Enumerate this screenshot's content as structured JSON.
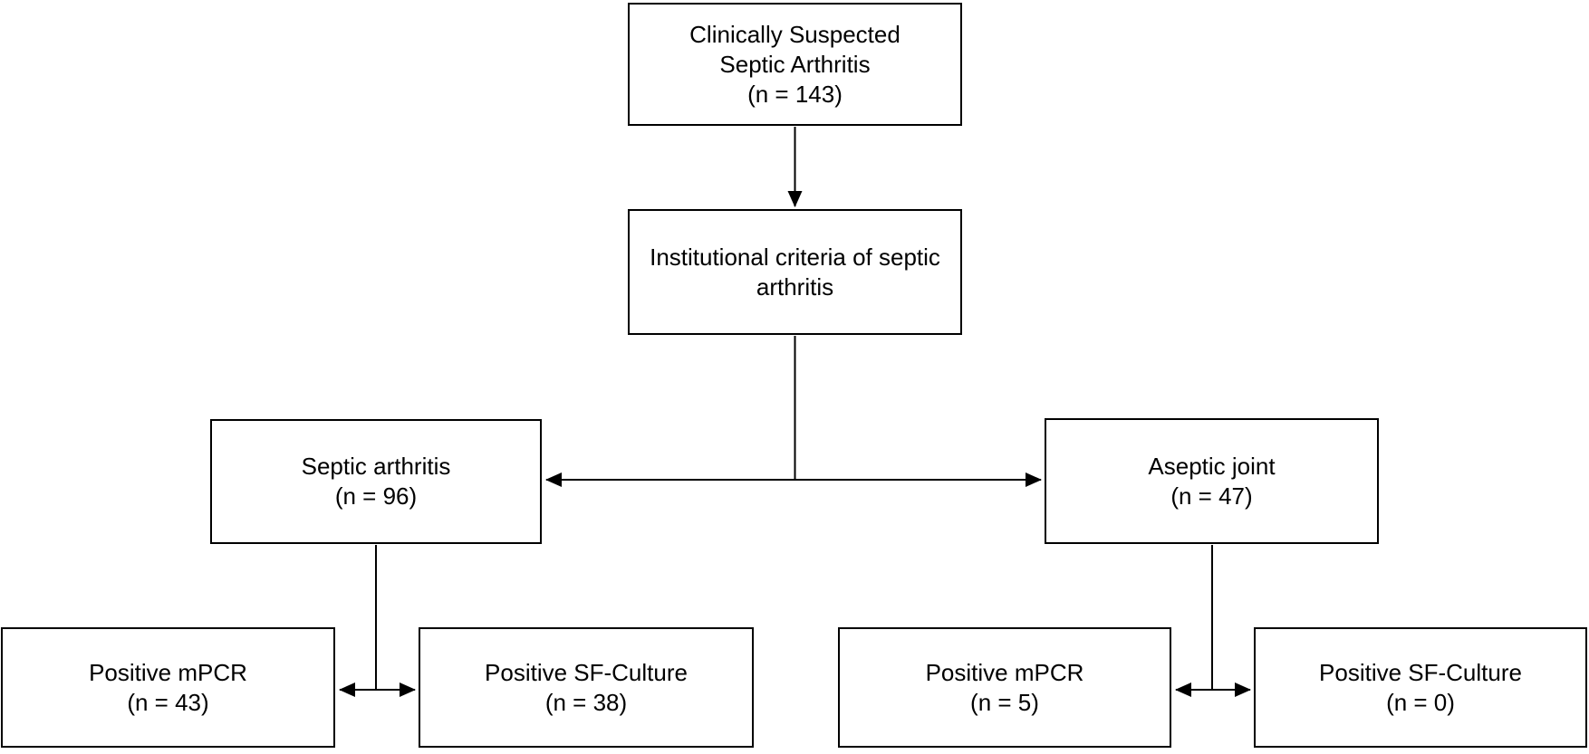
{
  "diagram": {
    "type": "flowchart",
    "colors": {
      "background": "#ffffff",
      "box_fill": "#ffffff",
      "box_border": "#000000",
      "text": "#000000",
      "line": "#000000"
    },
    "nodes": [
      {
        "id": "clinically-suspected",
        "text": "Clinically Suspected\nSeptic Arthritis\n(n = 143)",
        "n": 143
      },
      {
        "id": "institutional-criteria",
        "text": "Institutional criteria of septic\narthritis"
      },
      {
        "id": "septic-arthritis",
        "text": "Septic arthritis\n(n = 96)",
        "n": 96
      },
      {
        "id": "aseptic-joint",
        "text": "Aseptic joint\n(n = 47)",
        "n": 47
      },
      {
        "id": "septic-positive-mpcr",
        "text": "Positive mPCR\n(n = 43)",
        "n": 43
      },
      {
        "id": "septic-positive-sf-culture",
        "text": "Positive SF-Culture\n(n = 38)",
        "n": 38
      },
      {
        "id": "aseptic-positive-mpcr",
        "text": "Positive mPCR\n(n = 5)",
        "n": 5
      },
      {
        "id": "aseptic-positive-sf-culture",
        "text": "Positive SF-Culture\n(n = 0)",
        "n": 0
      }
    ],
    "edges": [
      {
        "from": "clinically-suspected",
        "to": "institutional-criteria",
        "style": "single-arrow-down"
      },
      {
        "from": "institutional-criteria",
        "to": "septic-arthritis",
        "style": "branch-arrow"
      },
      {
        "from": "institutional-criteria",
        "to": "aseptic-joint",
        "style": "branch-arrow"
      },
      {
        "from": "septic-arthritis",
        "to": "septic-positive-mpcr",
        "style": "branch-double-arrow"
      },
      {
        "from": "septic-arthritis",
        "to": "septic-positive-sf-culture",
        "style": "branch-double-arrow"
      },
      {
        "from": "aseptic-joint",
        "to": "aseptic-positive-mpcr",
        "style": "branch-double-arrow"
      },
      {
        "from": "aseptic-joint",
        "to": "aseptic-positive-sf-culture",
        "style": "branch-double-arrow"
      }
    ]
  }
}
